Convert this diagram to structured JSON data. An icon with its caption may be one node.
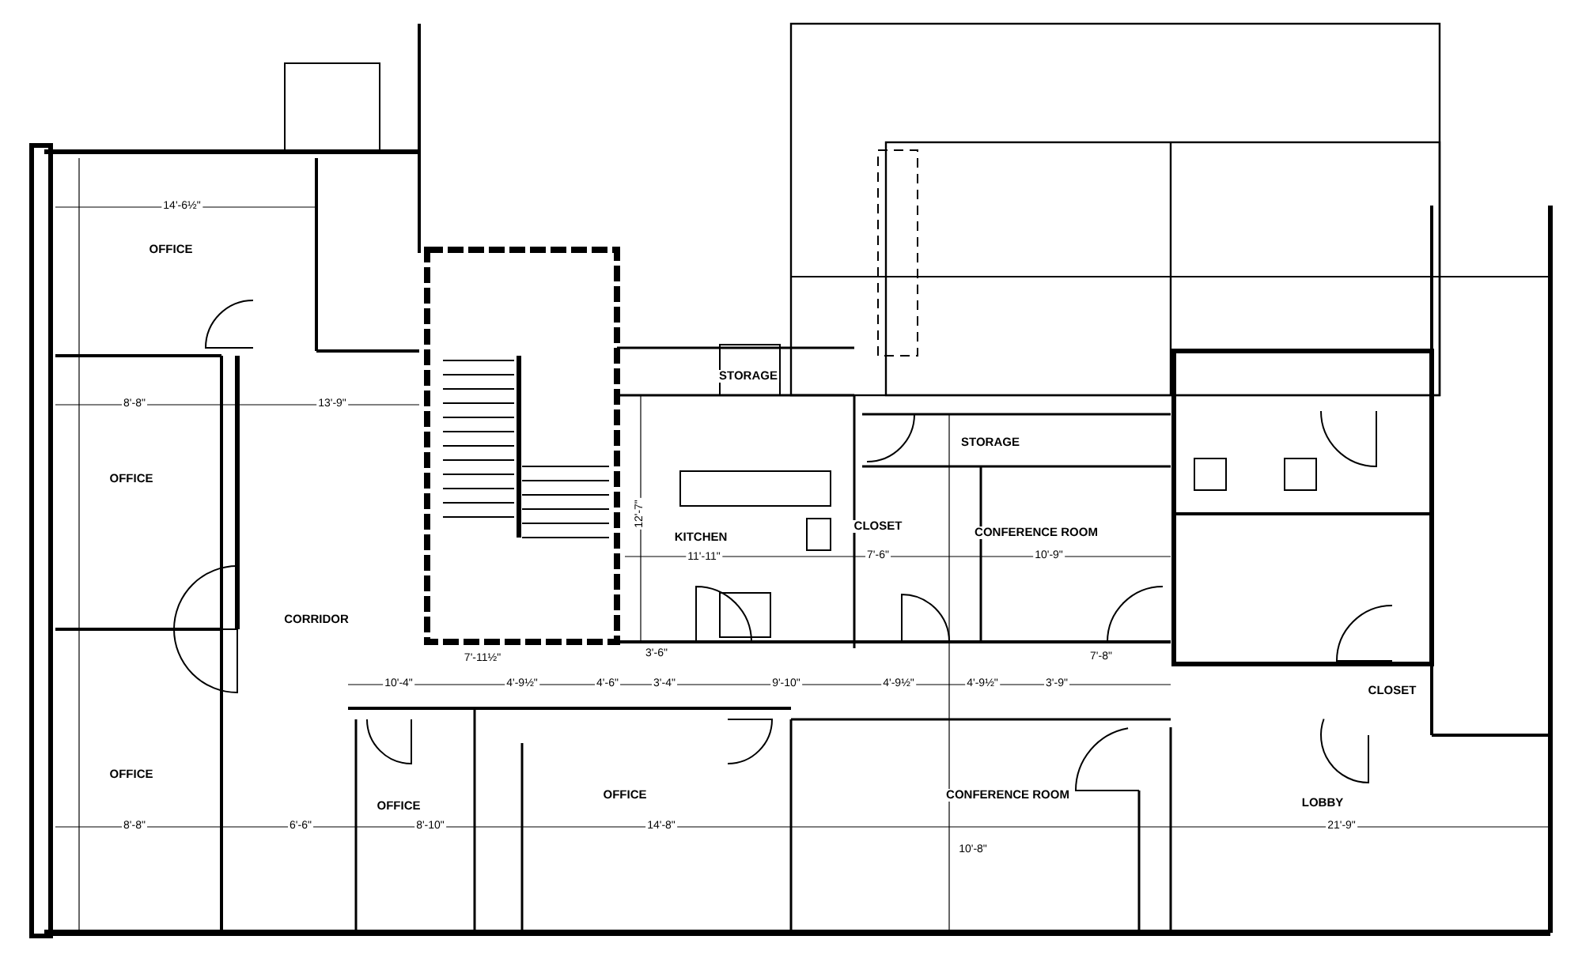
{
  "diagram": {
    "labels": [
      "14'-6½\"",
      "OFFICE",
      "8'-8\"",
      "13'-9\"",
      "OFFICE",
      "STORAGE",
      "STORAGE",
      "KITCHEN",
      "12'-7\"",
      "11'-11\"",
      "CLOSET",
      "7'-6\"",
      "CONFERENCE ROOM",
      "10'-9\"",
      "CORRIDOR",
      "7'-11½\"",
      "3'-6\"",
      "7'-8\"",
      "10'-4\"",
      "4'-9½\"",
      "4'-6\"",
      "3'-4\"",
      "9'-10\"",
      "4'-9½\"",
      "4'-9½\"",
      "3'-9\"",
      "CLOSET",
      "OFFICE",
      "OFFICE",
      "8'-8\"",
      "6'-6\"",
      "8'-10\"",
      "OFFICE",
      "14'-8\"",
      "CONFERENCE ROOM",
      "10'-8\"",
      "LOBBY",
      "21'-9\""
    ]
  }
}
